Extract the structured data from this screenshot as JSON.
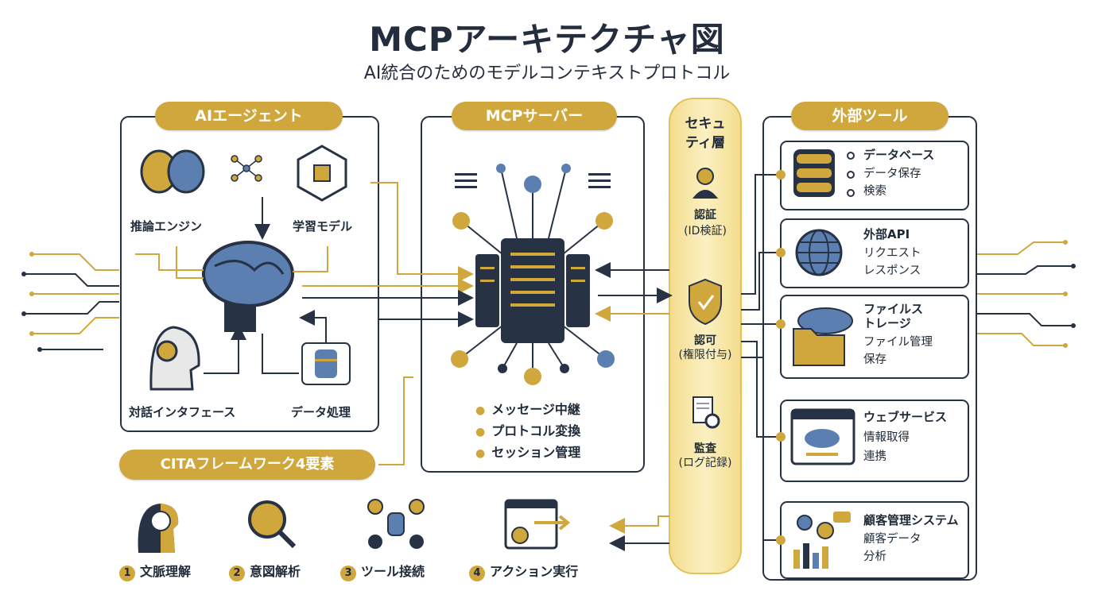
{
  "title": "MCPアーキテクチャ図",
  "subtitle": "AI統合のためのモデルコンテキストプロトコル",
  "ai_agent": {
    "header": "AIエージェント",
    "labels": {
      "reasoning": "推論エンジン",
      "learning": "学習モデル",
      "dialog": "対話インタフェース",
      "data": "データ処理"
    }
  },
  "mcp_server": {
    "header": "MCPサーバー",
    "bullets": [
      "メッセージ中継",
      "プロトコル変換",
      "セッション管理"
    ]
  },
  "security": {
    "header": "セキュ\nティ層",
    "auth": {
      "title": "認証",
      "sub": "(ID検証)"
    },
    "authz": {
      "title": "認可",
      "sub": "(権限付与)"
    },
    "audit": {
      "title": "監査",
      "sub": "(ログ記録)"
    }
  },
  "external_tools": {
    "header": "外部ツール",
    "items": [
      {
        "title": "データベース",
        "lines": [
          "データ保存",
          "検索"
        ],
        "icon": "database-icon"
      },
      {
        "title": "外部API",
        "lines": [
          "リクエスト",
          "レスポンス"
        ],
        "icon": "globe-icon"
      },
      {
        "title": "ファイルス\nトレージ",
        "lines": [
          "ファイル管理",
          "保存"
        ],
        "icon": "folder-cloud-icon"
      },
      {
        "title": "ウェブサービス",
        "lines": [
          "情報取得",
          "連携"
        ],
        "icon": "browser-cloud-icon"
      },
      {
        "title": "顧客管理システム",
        "lines": [
          "顧客データ",
          "分析"
        ],
        "icon": "crm-chart-icon"
      }
    ]
  },
  "cita": {
    "header": "CITAフレームワーク4要素",
    "items": [
      {
        "num": "1",
        "label": "文脈理解",
        "icon": "head-context-icon"
      },
      {
        "num": "2",
        "label": "意図解析",
        "icon": "magnifier-intent-icon"
      },
      {
        "num": "3",
        "label": "ツール接続",
        "icon": "gears-connect-icon"
      },
      {
        "num": "4",
        "label": "アクション実行",
        "icon": "browser-action-icon"
      }
    ]
  },
  "colors": {
    "gold": "#cfa73c",
    "navy": "#273244",
    "blue": "#5b7fb0",
    "light": "#f6f3ea"
  }
}
